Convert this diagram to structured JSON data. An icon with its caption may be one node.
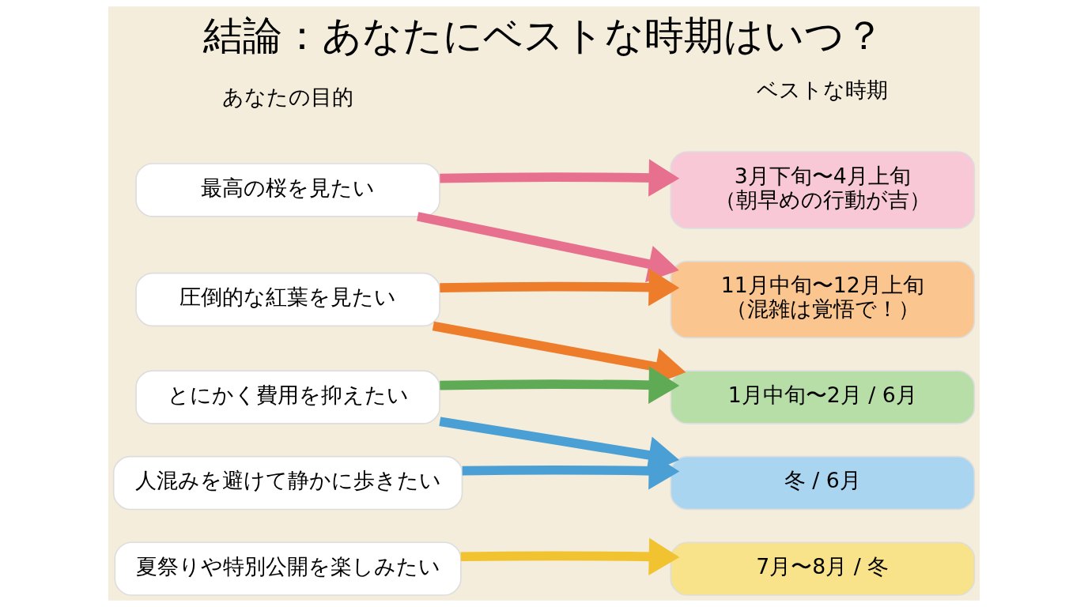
{
  "diagram": {
    "title": "結論：あなたにベストな時期はいつ？",
    "nodes": [
      {
        "text": [
          "最高の桜を見たい"
        ]
      },
      {
        "text": [
          "圧倒的な紅葉を見たい"
        ]
      },
      {
        "text": [
          "とにかく費用を抑えたい"
        ]
      },
      {
        "text": [
          "人混みを避けて静かに歩きたい"
        ]
      },
      {
        "text": [
          "夏祭りや特別公開を楽しみたい"
        ]
      },
      {
        "text": [
          "3月下旬〜4月上旬",
          "（朝早めの行動が吉）"
        ]
      },
      {
        "text": [
          "11月中旬〜12月上旬",
          "（混雑は覚悟で！）"
        ]
      },
      {
        "text": [
          "1月中旬〜2月 / 6月"
        ]
      },
      {
        "text": [
          "冬 / 6月"
        ]
      },
      {
        "text": [
          "7月〜8月 / 冬"
        ]
      }
    ],
    "edges": [
      {
        "from": 0,
        "to": 5,
        "arrow": "to",
        "color": "#e8708f"
      },
      {
        "from": 0,
        "to": 6,
        "arrow": "to",
        "color": "#e8708f"
      },
      {
        "from": 1,
        "to": 6,
        "arrow": "to",
        "color": "#ee7d2b"
      },
      {
        "from": 1,
        "to": 7,
        "arrow": "to",
        "color": "#ee7d2b"
      },
      {
        "from": 2,
        "to": 7,
        "arrow": "to",
        "color": "#5faa55"
      },
      {
        "from": 2,
        "to": 8,
        "arrow": "to",
        "color": "#4a9fd4"
      },
      {
        "from": 3,
        "to": 8,
        "arrow": "to",
        "color": "#4a9fd4"
      },
      {
        "from": 4,
        "to": 9,
        "arrow": "to",
        "color": "#f1c330"
      }
    ],
    "labels": [
      "あなたの目的",
      "ベストな時期"
    ]
  }
}
